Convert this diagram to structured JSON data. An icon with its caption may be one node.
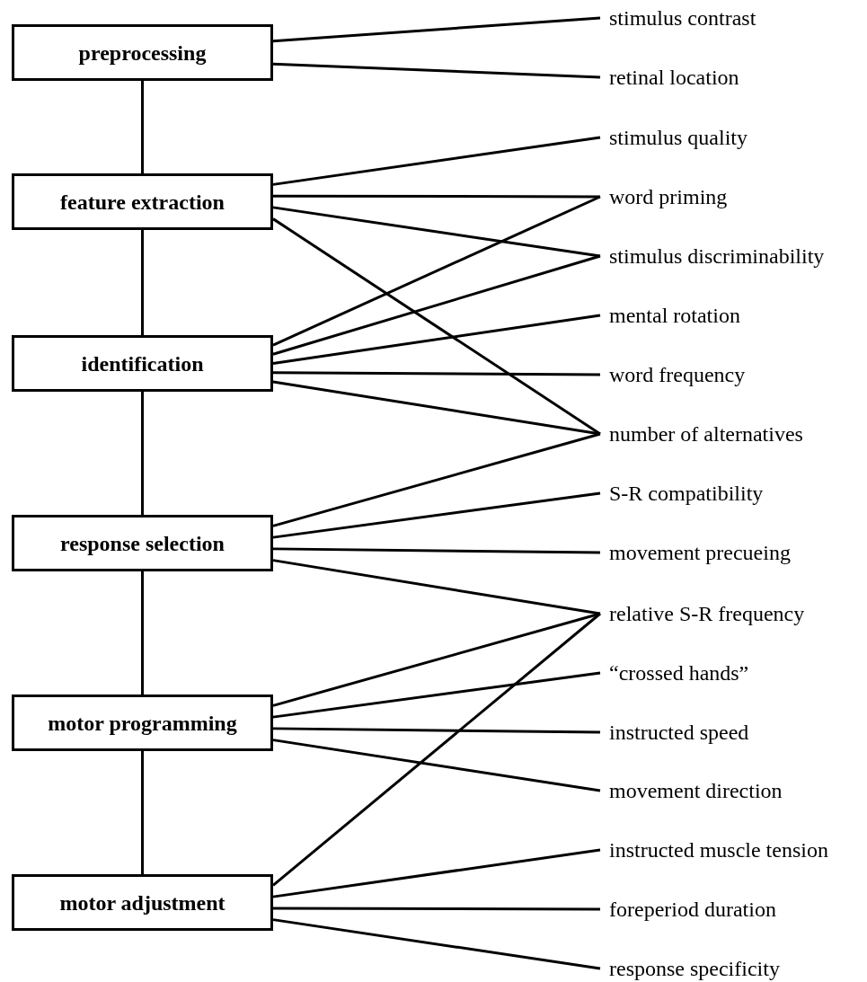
{
  "diagram": {
    "nodes": [
      {
        "text": [
          "preprocessing"
        ]
      },
      {
        "text": [
          "feature extraction"
        ]
      },
      {
        "text": [
          "identification"
        ]
      },
      {
        "text": [
          "response selection"
        ]
      },
      {
        "text": [
          "motor programming"
        ]
      },
      {
        "text": [
          "motor adjustment"
        ]
      },
      {
        "text": [
          "stimulus contrast"
        ]
      },
      {
        "text": [
          "retinal location"
        ]
      },
      {
        "text": [
          "stimulus quality"
        ]
      },
      {
        "text": [
          "word priming"
        ]
      },
      {
        "text": [
          "stimulus discriminability"
        ]
      },
      {
        "text": [
          "mental rotation"
        ]
      },
      {
        "text": [
          "word frequency"
        ]
      },
      {
        "text": [
          "number of alternatives"
        ]
      },
      {
        "text": [
          "S-R compatibility"
        ]
      },
      {
        "text": [
          "movement precueing"
        ]
      },
      {
        "text": [
          "relative S-R frequency"
        ]
      },
      {
        "text": [
          "“crossed hands”"
        ]
      },
      {
        "text": [
          "instructed speed"
        ]
      },
      {
        "text": [
          "movement direction"
        ]
      },
      {
        "text": [
          "instructed muscle tension"
        ]
      },
      {
        "text": [
          "foreperiod duration"
        ]
      },
      {
        "text": [
          "response specificity"
        ]
      }
    ],
    "edges": [
      {
        "from": 0,
        "to": 1,
        "arrow": "none"
      },
      {
        "from": 1,
        "to": 2,
        "arrow": "none"
      },
      {
        "from": 2,
        "to": 3,
        "arrow": "none"
      },
      {
        "from": 3,
        "to": 4,
        "arrow": "none"
      },
      {
        "from": 4,
        "to": 5,
        "arrow": "none"
      },
      {
        "from": 0,
        "to": 6,
        "arrow": "none"
      },
      {
        "from": 0,
        "to": 7,
        "arrow": "none"
      },
      {
        "from": 1,
        "to": 8,
        "arrow": "none"
      },
      {
        "from": 1,
        "to": 9,
        "arrow": "none"
      },
      {
        "from": 1,
        "to": 10,
        "arrow": "none"
      },
      {
        "from": 1,
        "to": 13,
        "arrow": "none"
      },
      {
        "from": 2,
        "to": 9,
        "arrow": "none"
      },
      {
        "from": 2,
        "to": 10,
        "arrow": "none"
      },
      {
        "from": 2,
        "to": 11,
        "arrow": "none"
      },
      {
        "from": 2,
        "to": 12,
        "arrow": "none"
      },
      {
        "from": 2,
        "to": 13,
        "arrow": "none"
      },
      {
        "from": 3,
        "to": 13,
        "arrow": "none"
      },
      {
        "from": 3,
        "to": 14,
        "arrow": "none"
      },
      {
        "from": 3,
        "to": 15,
        "arrow": "none"
      },
      {
        "from": 3,
        "to": 16,
        "arrow": "none"
      },
      {
        "from": 4,
        "to": 16,
        "arrow": "none"
      },
      {
        "from": 4,
        "to": 17,
        "arrow": "none"
      },
      {
        "from": 4,
        "to": 18,
        "arrow": "none"
      },
      {
        "from": 4,
        "to": 19,
        "arrow": "none"
      },
      {
        "from": 5,
        "to": 16,
        "arrow": "none"
      },
      {
        "from": 5,
        "to": 20,
        "arrow": "none"
      },
      {
        "from": 5,
        "to": 21,
        "arrow": "none"
      },
      {
        "from": 5,
        "to": 22,
        "arrow": "none"
      }
    ]
  }
}
